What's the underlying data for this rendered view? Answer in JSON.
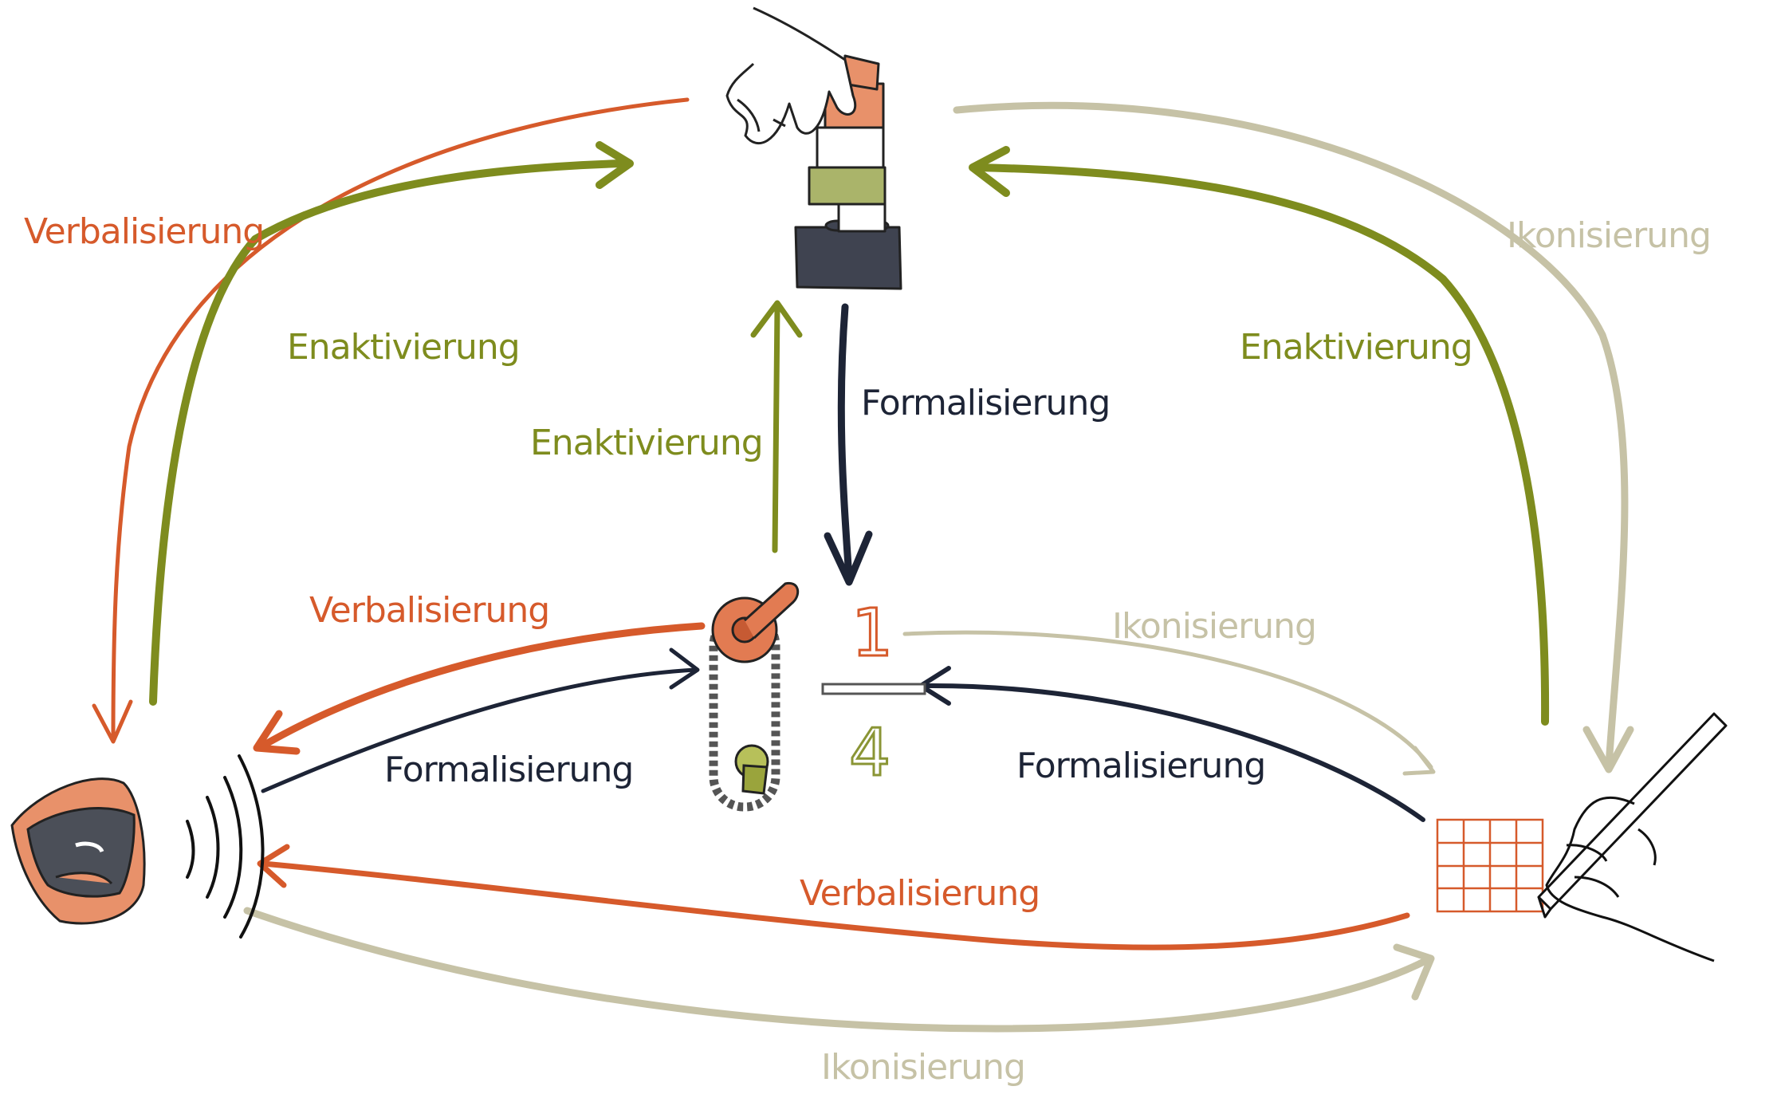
{
  "colors": {
    "verbalisierung": "#d65a2b",
    "enaktivierung": "#7e8c1e",
    "formalisierung": "#1d2436",
    "ikonisierung": "#c6c2a6"
  },
  "icons": {
    "top": "hand-building-blocks-icon",
    "center": "gear-chain-icon",
    "left": "speaking-mouth-icon",
    "right": "hand-drawing-grid-icon"
  },
  "fraction": {
    "numerator": "1",
    "denominator": "4"
  },
  "labels": {
    "verb_left_top": "Verbalisierung",
    "enak_left_top": "Enaktivierung",
    "enak_center": "Enaktivierung",
    "form_center": "Formalisierung",
    "ikon_right_top": "Ikonisierung",
    "enak_right_top": "Enaktivierung",
    "verb_mid_left": "Verbalisierung",
    "form_mid_left": "Formalisierung",
    "ikon_mid_right": "Ikonisierung",
    "form_mid_right": "Formalisierung",
    "verb_bottom": "Verbalisierung",
    "ikon_bottom": "Ikonisierung"
  }
}
